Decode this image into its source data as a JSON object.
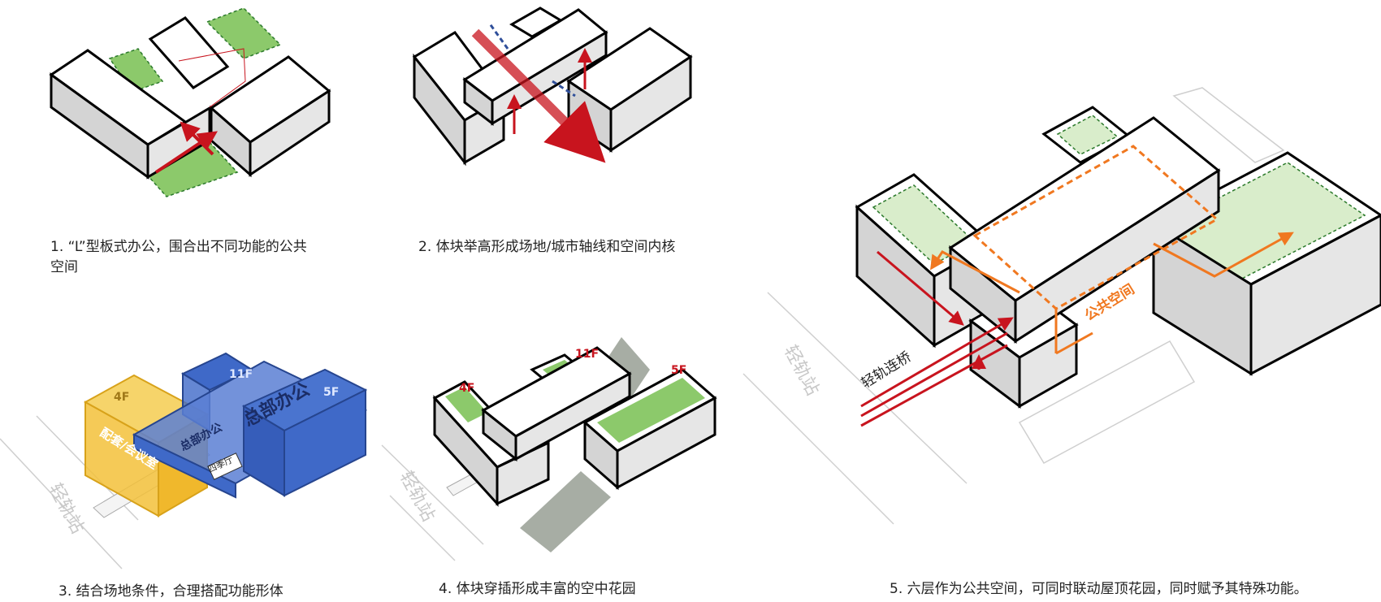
{
  "panels": [
    {
      "caption": "1. “L”型板式办公，围合出不同功能的公共\n空间"
    },
    {
      "caption": "2. 体块举高形成场地/城市轴线和空间内核"
    },
    {
      "caption": "3. 结合场地条件，合理搭配功能形体",
      "labels": {
        "floors_left": "4F",
        "floors_mid": "11F",
        "floors_right": "5F",
        "support": "配套/会议室",
        "hq_small": "总部办公",
        "hq_big": "总部办公",
        "atrium": "四季厅",
        "rail": "轻轨站"
      }
    },
    {
      "caption": "4. 体块穿插形成丰富的空中花园",
      "labels": {
        "floors_left": "4F",
        "floors_mid": "11F",
        "floors_right": "5F",
        "rail": "轻轨站"
      }
    },
    {
      "caption": "5.  六层作为公共空间，可同时联动屋顶花园，同时赋予其特殊功能。",
      "labels": {
        "public": "公共空间",
        "bridge": "轻轨连桥",
        "rail": "轻轨站"
      }
    }
  ],
  "colors": {
    "arrow_red": "#c8141e",
    "arrow_blue": "#2f4f9a",
    "public_orange": "#f07820",
    "garden_green": "#8cc96b",
    "office_blue": "#3f69c8",
    "support_yellow": "#f3c13a"
  }
}
